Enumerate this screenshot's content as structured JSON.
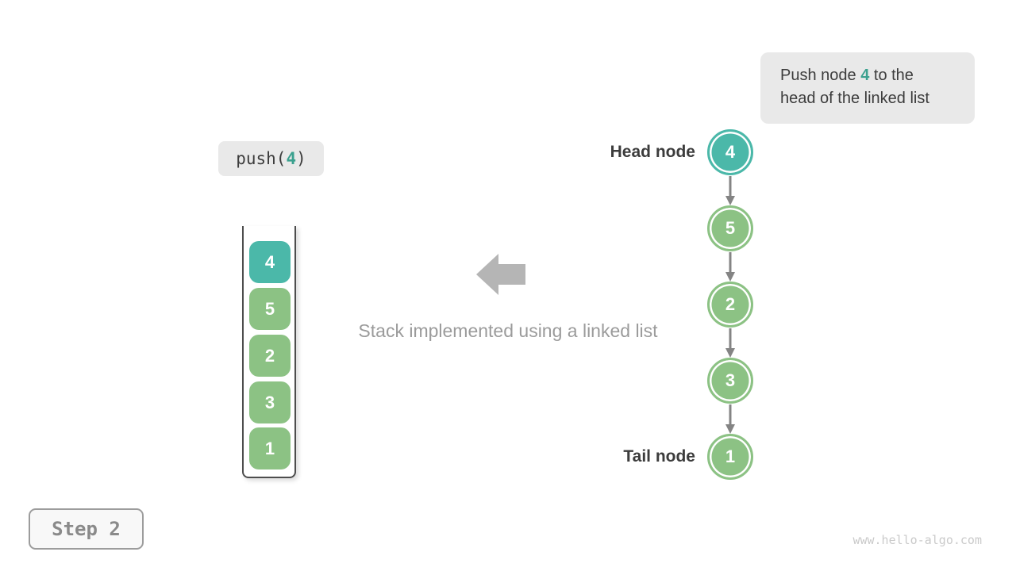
{
  "colors": {
    "teal": "#4BB8A9",
    "teal-text": "#3BA18F",
    "green": "#8CC284",
    "dark-text": "#3C3C3C",
    "muted-text": "#9B9B9B",
    "box-bg": "#E9E9E9",
    "arrow-gray": "#B5B5B5",
    "connector-gray": "#848484",
    "container-border": "#4D4D4D",
    "step-text": "#8A8A8A",
    "step-border": "#9C9C9C",
    "step-bg": "#F8F8F8",
    "watermark": "#CACACA"
  },
  "annotation": {
    "line1_pre": "Push node ",
    "accent": "4",
    "line1_post": " to the",
    "line2": "head of the linked list"
  },
  "code": {
    "pre": "push(",
    "accent": "4",
    "post": ")"
  },
  "stack": {
    "items": [
      {
        "value": "4",
        "type": "accent"
      },
      {
        "value": "5",
        "type": "normal"
      },
      {
        "value": "2",
        "type": "normal"
      },
      {
        "value": "3",
        "type": "normal"
      },
      {
        "value": "1",
        "type": "normal"
      }
    ]
  },
  "caption": "Stack implemented using a linked list",
  "linked_list": {
    "head_label": "Head node",
    "tail_label": "Tail node",
    "nodes": [
      {
        "value": "4",
        "type": "accent"
      },
      {
        "value": "5",
        "type": "normal"
      },
      {
        "value": "2",
        "type": "normal"
      },
      {
        "value": "3",
        "type": "normal"
      },
      {
        "value": "1",
        "type": "normal"
      }
    ]
  },
  "step": {
    "label": "Step 2"
  },
  "watermark": "www.hello-algo.com"
}
